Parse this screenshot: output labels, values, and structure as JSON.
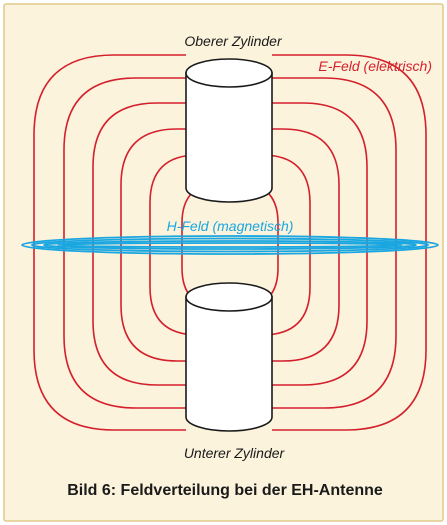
{
  "labels": {
    "top_cylinder": "Oberer Zylinder",
    "bottom_cylinder": "Unterer Zylinder",
    "e_field": "E-Feld (elektrisch)",
    "h_field": "H-Feld (magnetisch)"
  },
  "caption": "Bild 6: Feldverteilung bei der EH-Antenne",
  "colors": {
    "background": "#fbf3dc",
    "frame": "#e2c98a",
    "e_field": "#d4202c",
    "h_field": "#1aa6e0",
    "cylinder_stroke": "#1a1a1a",
    "cylinder_fill": "#ffffff",
    "text": "#1a1a1a"
  },
  "icons": {
    "cylinder": "cylinder-icon"
  }
}
